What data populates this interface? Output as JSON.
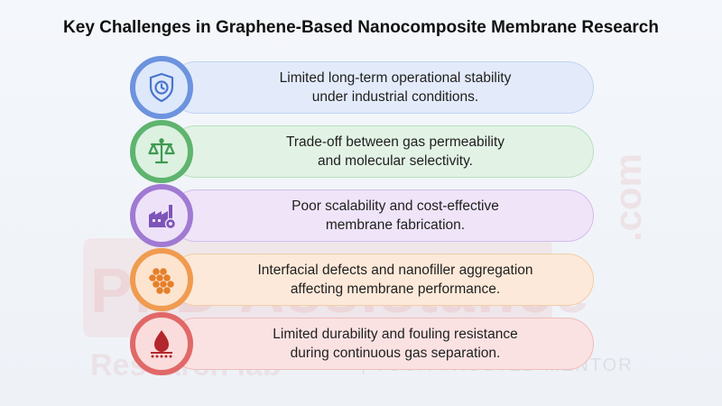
{
  "title": "Key Challenges in Graphene-Based Nanocomposite Membrane Research",
  "watermark": {
    "main": "PhD Assistance",
    "com": ".com",
    "sub": "Research lab",
    "tagline": "| YOUR TRUSTED MENTOR"
  },
  "challenges": [
    {
      "line1": "Limited long-term operational stability",
      "line2": "under industrial conditions.",
      "icon": "shield-clock-icon",
      "color": "#6d93de"
    },
    {
      "line1": "Trade-off between gas permeability",
      "line2": "and molecular selectivity.",
      "icon": "balance-scale-icon",
      "color": "#5fb46f"
    },
    {
      "line1": "Poor scalability and cost-effective",
      "line2": "membrane fabrication.",
      "icon": "factory-gear-icon",
      "color": "#a07ad2"
    },
    {
      "line1": "Interfacial defects and nanofiller aggregation",
      "line2": "affecting membrane performance.",
      "icon": "particle-cluster-icon",
      "color": "#ef9b50"
    },
    {
      "line1": "Limited durability and fouling resistance",
      "line2": "during continuous gas separation.",
      "icon": "droplet-membrane-icon",
      "color": "#e16868"
    }
  ]
}
